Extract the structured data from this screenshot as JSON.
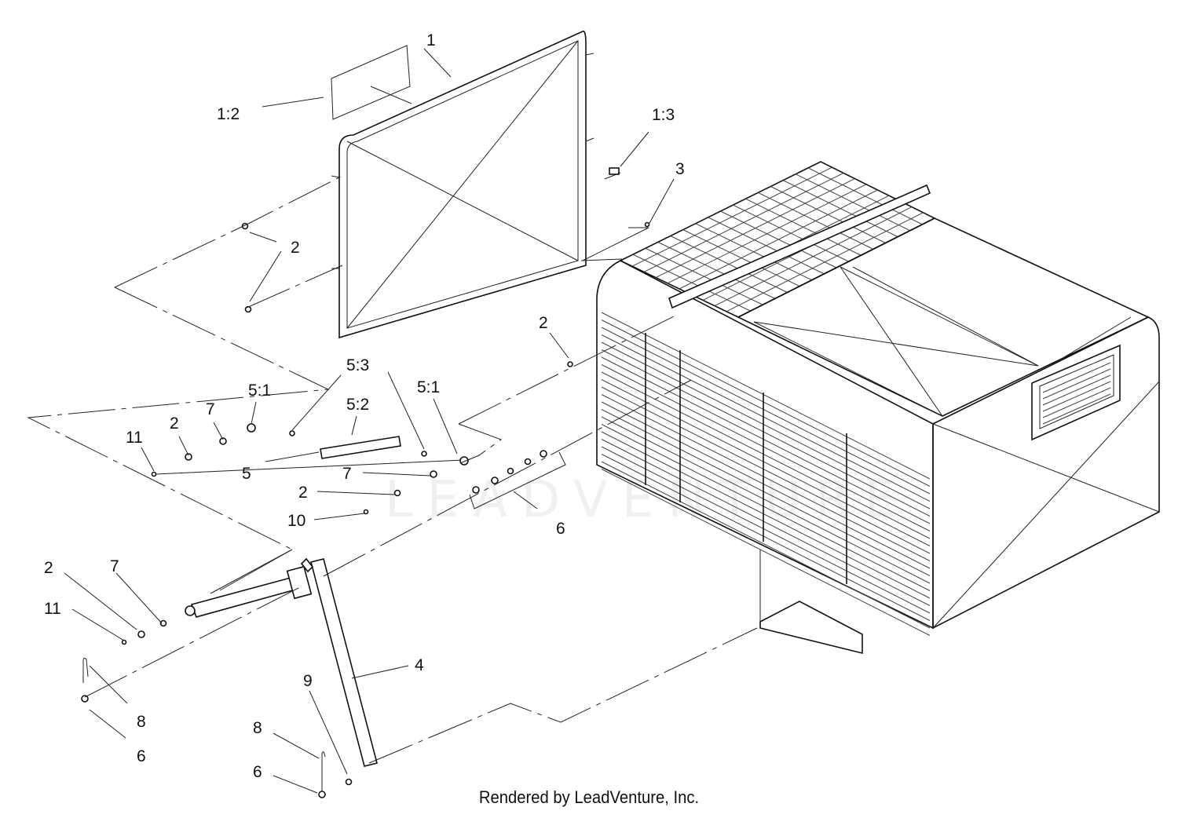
{
  "diagram": {
    "callouts": {
      "c1": "1",
      "c1_2": "1:2",
      "c1_3": "1:3",
      "c3": "3",
      "c2_frame": "2",
      "c2_box": "2",
      "c5_3": "5:3",
      "c5_1a": "5:1",
      "c5_1b": "5:1",
      "c5_2": "5:2",
      "c11a": "11",
      "c2a": "2",
      "c7a": "7",
      "c5": "5",
      "c7b": "7",
      "c2b": "2",
      "c10": "10",
      "c6a": "6",
      "c2c": "2",
      "c7c": "7",
      "c11b": "11",
      "c4": "4",
      "c8a": "8",
      "c6b": "6",
      "c9": "9",
      "c8b": "8",
      "c6c": "6"
    },
    "watermark": "LEADVENTURE"
  },
  "footer": {
    "text": "Rendered by LeadVenture, Inc."
  }
}
